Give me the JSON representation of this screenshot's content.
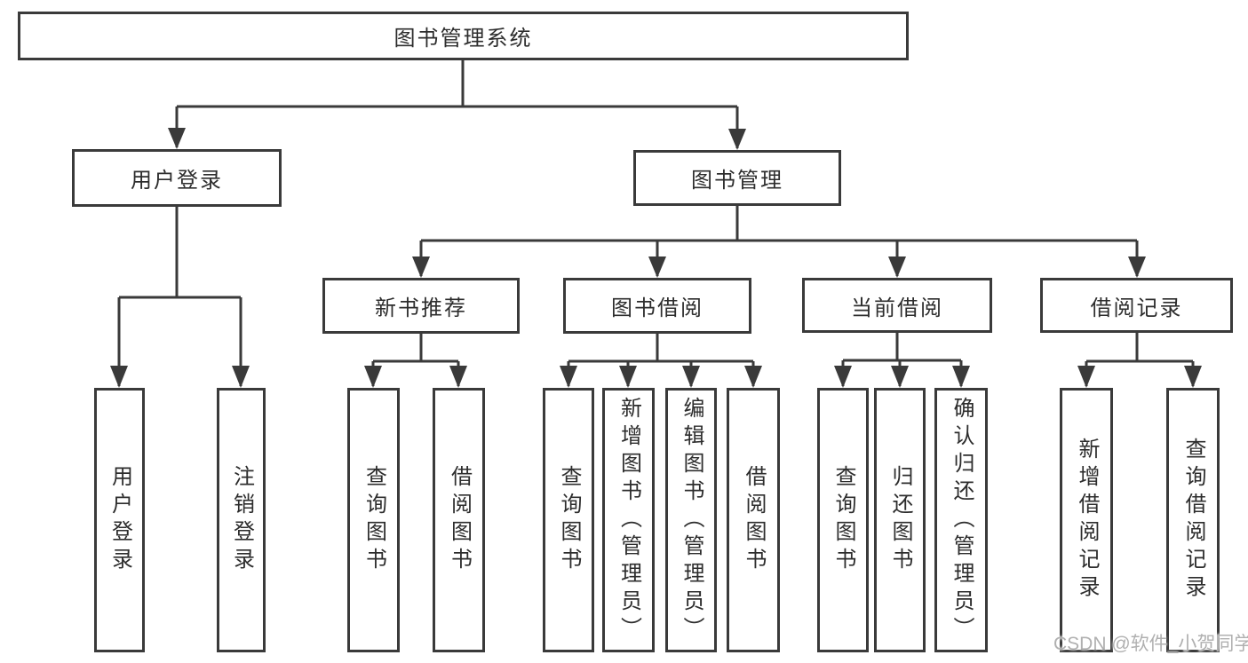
{
  "watermark": "CSDN @软件_小贺同学",
  "colors": {
    "line": "#3a3a3a",
    "text": "#2d2d2d",
    "watermark": "#b0b0b0",
    "background": "#ffffff"
  },
  "tree": {
    "root": "图书管理系统",
    "children": [
      {
        "label": "用户登录",
        "children": [
          {
            "label": "用户登录"
          },
          {
            "label": "注销登录"
          }
        ]
      },
      {
        "label": "图书管理",
        "children": [
          {
            "label": "新书推荐",
            "children": [
              {
                "label": "查询图书"
              },
              {
                "label": "借阅图书"
              }
            ]
          },
          {
            "label": "图书借阅",
            "children": [
              {
                "label": "查询图书"
              },
              {
                "label": "新增图书（管理员）"
              },
              {
                "label": "编辑图书（管理员）"
              },
              {
                "label": "借阅图书"
              }
            ]
          },
          {
            "label": "当前借阅",
            "children": [
              {
                "label": "查询图书"
              },
              {
                "label": "归还图书"
              },
              {
                "label": "确认归还（管理员）"
              }
            ]
          },
          {
            "label": "借阅记录",
            "children": [
              {
                "label": "新增借阅记录"
              },
              {
                "label": "查询借阅记录"
              }
            ]
          }
        ]
      }
    ]
  }
}
